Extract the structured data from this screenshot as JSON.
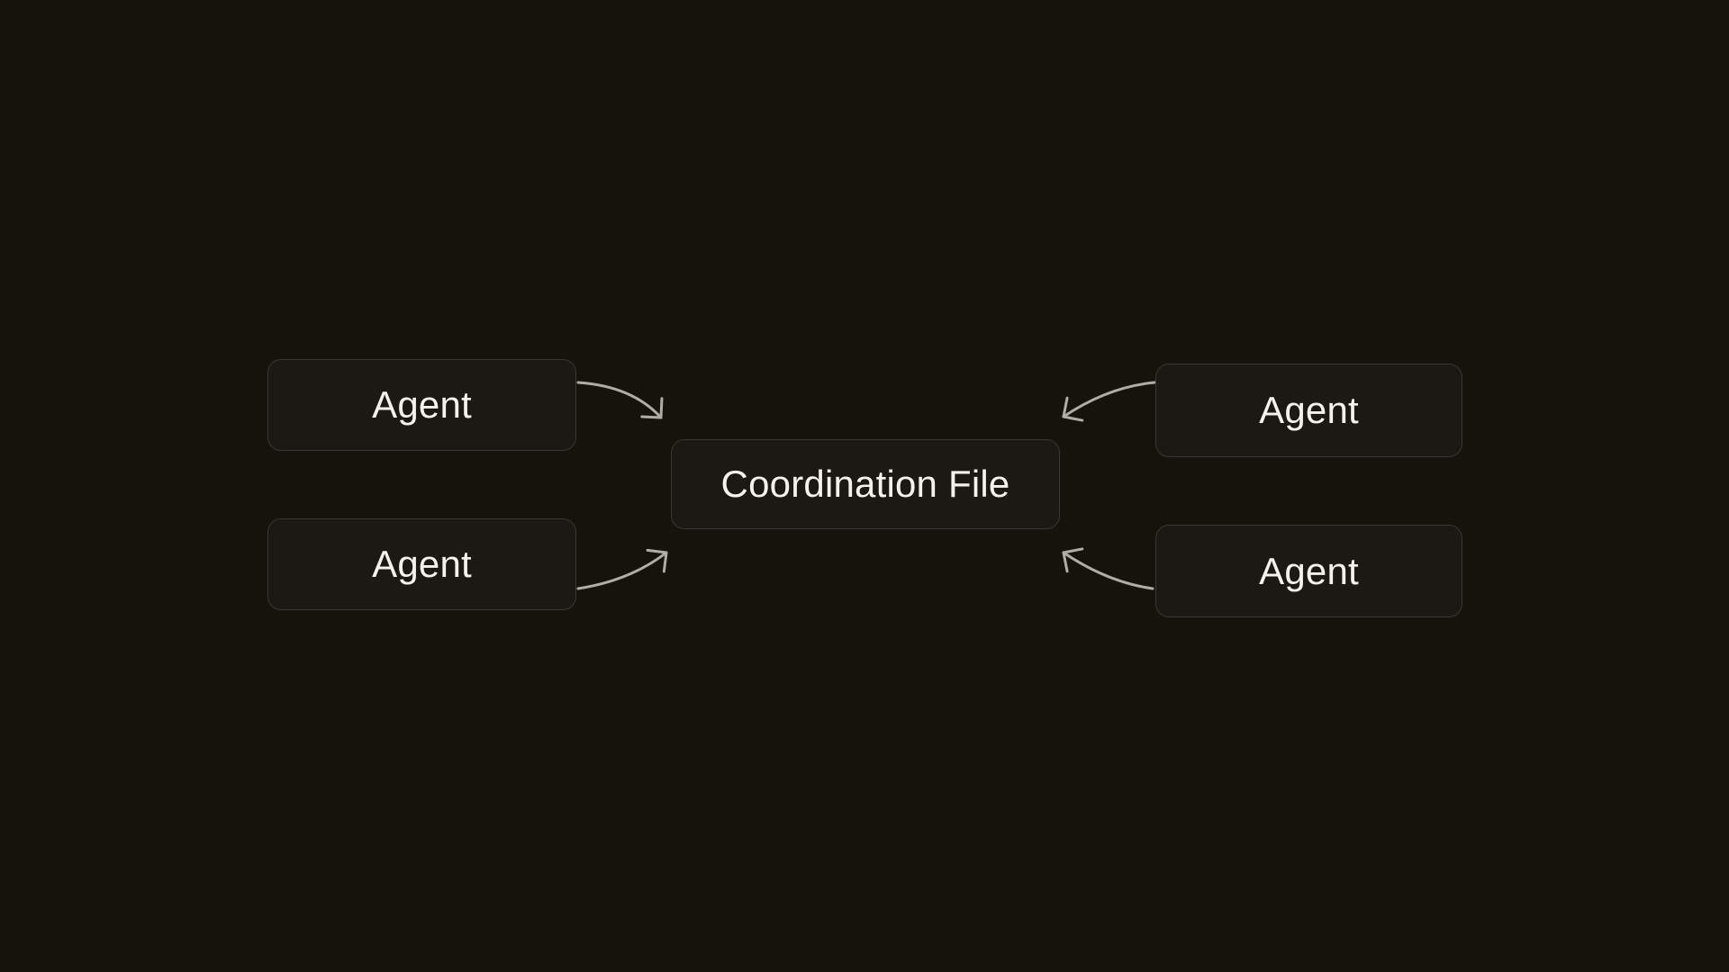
{
  "diagram": {
    "nodes": {
      "agent_top_left": {
        "label": "Agent"
      },
      "agent_bottom_left": {
        "label": "Agent"
      },
      "agent_top_right": {
        "label": "Agent"
      },
      "agent_bottom_right": {
        "label": "Agent"
      },
      "center": {
        "label": "Coordination File"
      }
    },
    "connections": [
      {
        "from": "agent_top_left",
        "to": "center"
      },
      {
        "from": "agent_bottom_left",
        "to": "center"
      },
      {
        "from": "agent_top_right",
        "to": "center"
      },
      {
        "from": "agent_bottom_right",
        "to": "center"
      }
    ],
    "colors": {
      "background": "#16120c",
      "node_fill": "#1c1813",
      "node_border": "#3a3731",
      "text": "#f3f2ef",
      "arrow": "#b0ada7"
    }
  }
}
